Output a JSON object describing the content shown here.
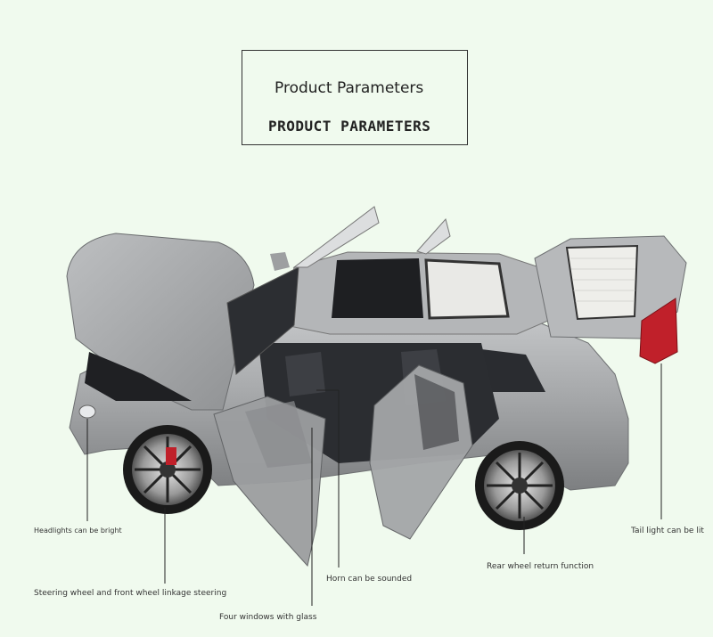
{
  "header": {
    "title": "Product Parameters",
    "subtitle": "PRODUCT PARAMETERS"
  },
  "features": {
    "headlights": "Headlights can be bright",
    "steering": "Steering wheel and front wheel linkage steering",
    "windows": "Four windows with glass",
    "horn": "Horn can be sounded",
    "rear_wheel": "Rear wheel return function",
    "tail_light": "Tail light can be lit"
  },
  "colors": {
    "background": "#f0faee",
    "body": "#a7a9ab",
    "tail_light": "#c0202a",
    "line": "#222222"
  }
}
